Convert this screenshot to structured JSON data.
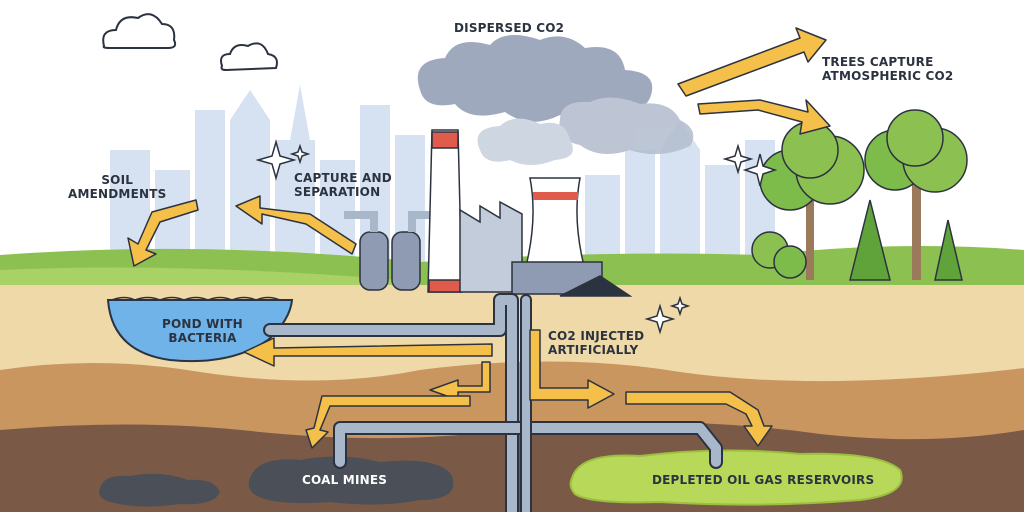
{
  "labels": {
    "dispersed_co2": "DISPERSED CO2",
    "trees_capture": [
      "TREES CAPTURE",
      "ATMOSPHERIC CO2"
    ],
    "soil_amendments": [
      "SOIL",
      "AMENDMENTS"
    ],
    "capture_separation": [
      "CAPTURE AND",
      "SEPARATION"
    ],
    "pond": [
      "POND WITH",
      "BACTERIA"
    ],
    "co2_injected": [
      "CO2 INJECTED",
      "ARTIFICIALLY"
    ],
    "coal_mines": "COAL MINES",
    "depleted_reservoirs": "DEPLETED OIL GAS RESERVOIRS"
  },
  "colors": {
    "arrow": "#f5c04a",
    "arrow_outline": "#2c3340",
    "sky_city": "#d6e2f1",
    "grass": "#8cc152",
    "soil_top": "#f0d9a8",
    "soil_mid": "#c9965f",
    "soil_deep": "#7a5a47",
    "water": "#6fb3e8",
    "smoke": "#8e9bb3",
    "pipe": "#a9b7cb",
    "coal": "#4a4f58",
    "reservoir": "#b8d85a"
  }
}
